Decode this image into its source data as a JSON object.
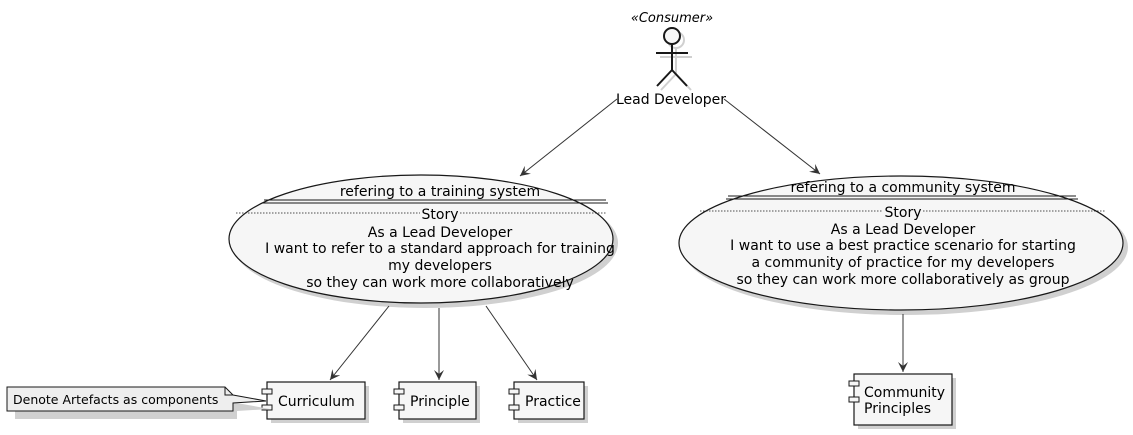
{
  "actor": {
    "stereotype": "«Consumer»",
    "name": "Lead Developer"
  },
  "usecases": [
    {
      "title": "refering to a training system",
      "story_label": "Story",
      "lines": [
        "As a Lead Developer",
        "I want to refer to a standard approach for training",
        "my developers",
        "so they can work more collaboratively"
      ]
    },
    {
      "title": "refering to a community system",
      "story_label": "Story",
      "lines": [
        "As a Lead Developer",
        "I want to use a best practice scenario for starting",
        "a community of practice for my developers",
        "so they can work more collaboratively as group"
      ]
    }
  ],
  "components": [
    {
      "label": "Curriculum"
    },
    {
      "label": "Principle"
    },
    {
      "label": "Practice"
    },
    {
      "label_lines": [
        "Community",
        "Principles"
      ]
    }
  ],
  "note": {
    "text": "Denote Artefacts as components"
  },
  "colors": {
    "fill": "#f6f6f6",
    "stroke": "#181818",
    "shadow": "#d0d0d0",
    "note_fill": "#eeeeee",
    "arrow": "#333333"
  }
}
